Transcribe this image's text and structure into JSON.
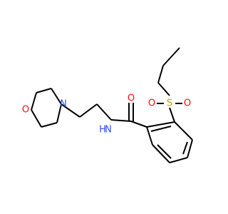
{
  "colors": {
    "carbon_bond": "#000000",
    "oxygen": "#ff0d0d",
    "nitrogen": "#3050f8",
    "sulfur": "#b3a400",
    "background": "#ffffff"
  },
  "atoms": {
    "morpholine_oxygen": "O",
    "morpholine_nitrogen": "N",
    "amide_nitrogen": "N",
    "amide_hydrogen": "H",
    "carbonyl_oxygen": "O",
    "sulfur": "S",
    "sulfonyl_oxygen_left": "O",
    "sulfonyl_oxygen_right": "O"
  }
}
